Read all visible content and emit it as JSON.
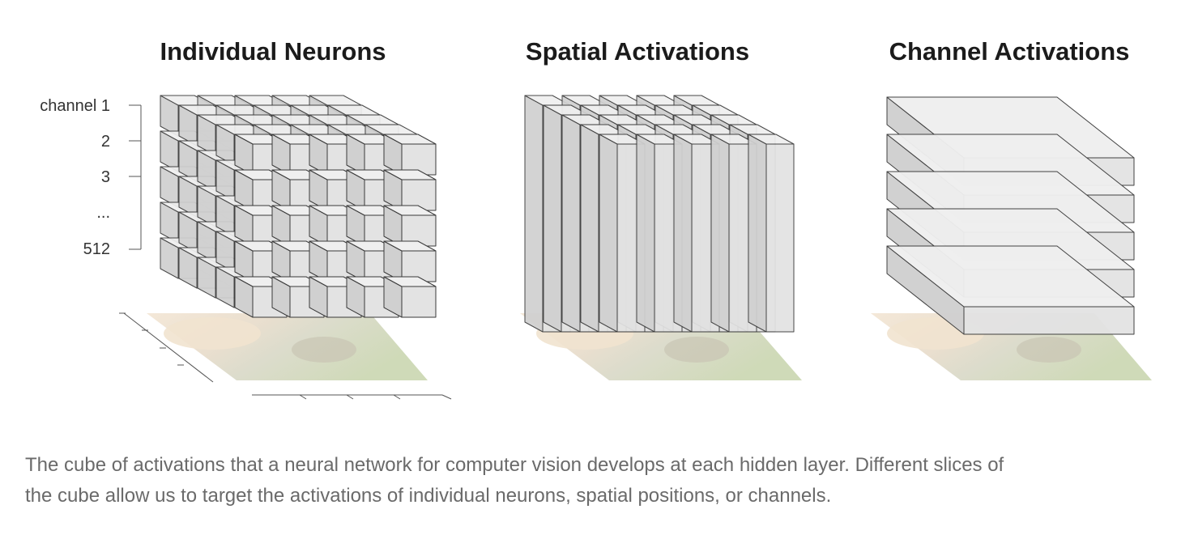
{
  "panels": [
    {
      "title": "Individual Neurons"
    },
    {
      "title": "Spatial Activations"
    },
    {
      "title": "Channel Activations"
    }
  ],
  "channel_axis": {
    "labels": [
      "channel 1",
      "2",
      "3",
      "...",
      "512"
    ]
  },
  "caption": {
    "line1": "The cube of activations that a neural network for computer vision develops at each hidden layer. Different slices of",
    "line2": "the cube allow us to target the activations of individual neurons, spatial positions, or channels."
  },
  "colors": {
    "face": "#e3e3e3",
    "side": "#d0d0d0",
    "top": "#efefef",
    "edge": "#3a3a3a",
    "title": "#1b1b1b",
    "caption": "#6a6a6a"
  }
}
